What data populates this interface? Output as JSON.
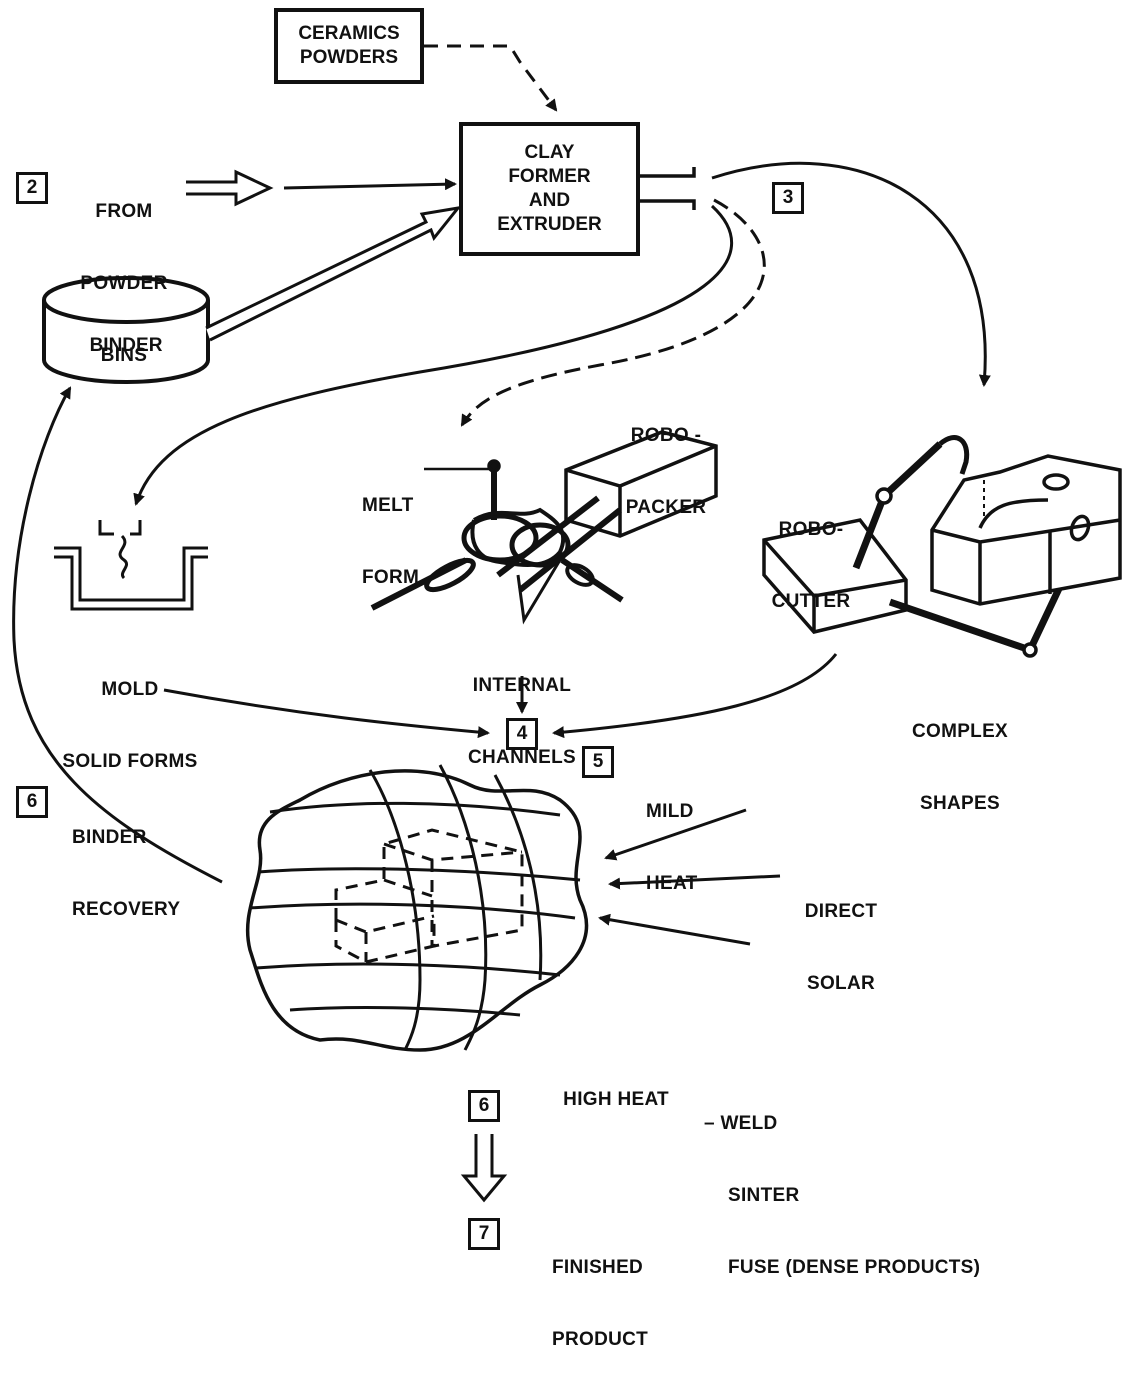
{
  "nodes": {
    "ceramics_powders": [
      "CERAMICS",
      "POWDERS"
    ],
    "clay_former": [
      "CLAY",
      "FORMER",
      "AND",
      "EXTRUDER"
    ],
    "from_powder_bins": [
      "FROM",
      "POWDER",
      "BINS"
    ],
    "binder": "BINDER",
    "robo_packer": [
      "ROBO -",
      "PACKER"
    ],
    "melt_form": [
      "MELT",
      "FORM"
    ],
    "robo_cutter": [
      "ROBO-",
      "CUTTER"
    ],
    "mold_solid_forms": [
      "MOLD",
      "SOLID FORMS"
    ],
    "internal_channels": [
      "INTERNAL",
      "CHANNELS"
    ],
    "complex_shapes": [
      "COMPLEX",
      "SHAPES"
    ],
    "mild_heat": [
      "MILD",
      "HEAT"
    ],
    "binder_recovery": [
      "BINDER",
      "RECOVERY"
    ],
    "direct_solar": [
      "DIRECT",
      "SOLAR"
    ],
    "high_heat": "HIGH HEAT",
    "high_heat_options": [
      "– WELD",
      "SINTER",
      "FUSE (DENSE PRODUCTS)"
    ],
    "finished_product": [
      "FINISHED",
      "PRODUCT"
    ]
  },
  "steps": {
    "s2": "2",
    "s3": "3",
    "s4": "4",
    "s5": "5",
    "s6_left": "6",
    "s6_bottom": "6",
    "s7": "7"
  }
}
